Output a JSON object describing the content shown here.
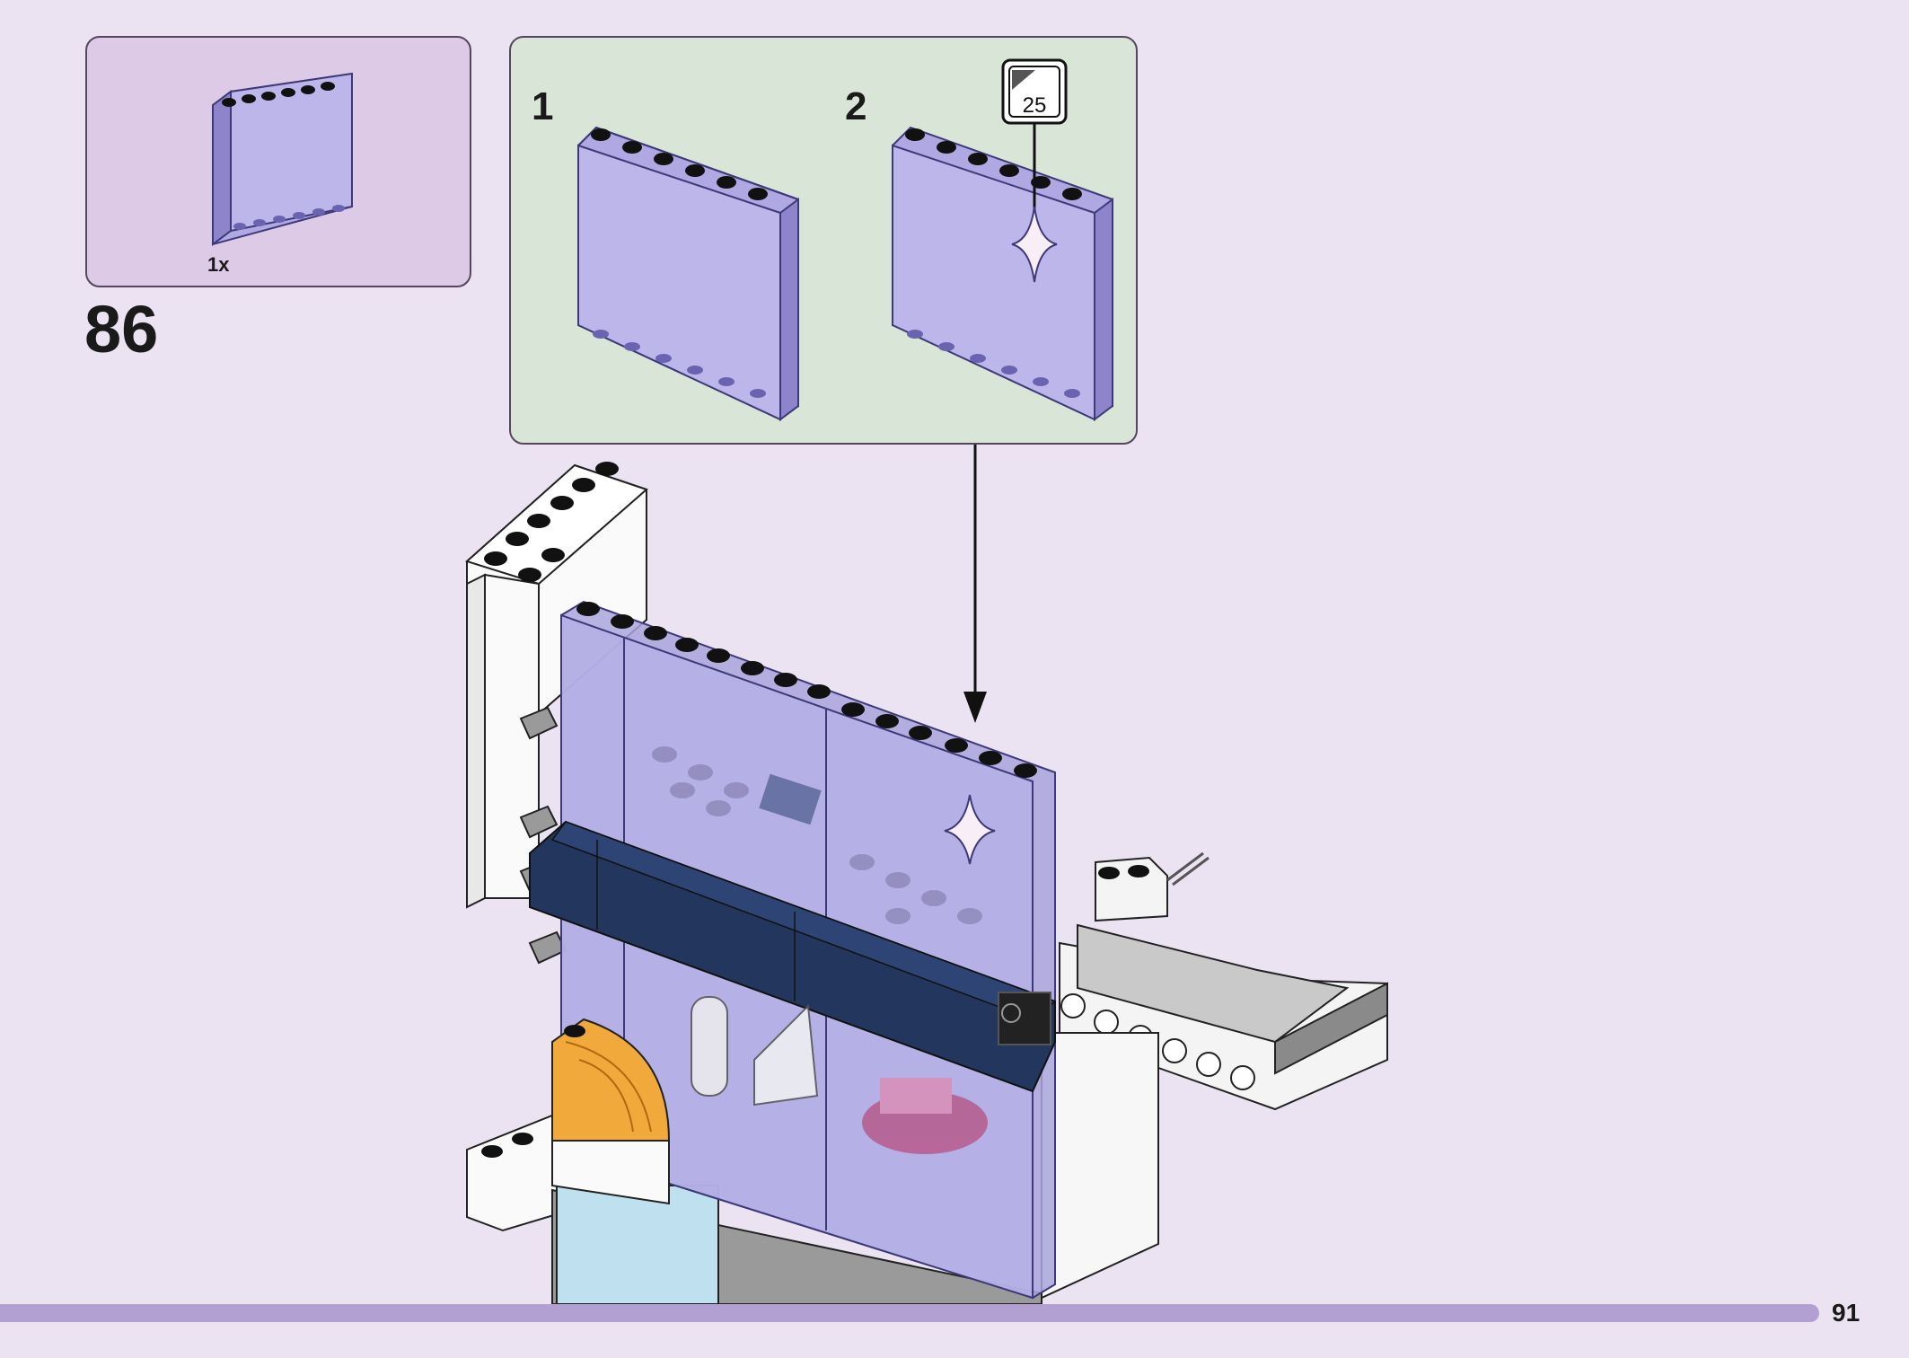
{
  "parts_list": {
    "items": [
      {
        "name": "transparent-purple-panel",
        "quantity": "1x"
      }
    ]
  },
  "step": {
    "number": "86"
  },
  "sub_assembly": {
    "steps": [
      {
        "number": "1"
      },
      {
        "number": "2",
        "sticker_number": "25"
      }
    ]
  },
  "page": {
    "number": "91"
  },
  "colors": {
    "background": "#ece3f2",
    "parts_box": "#dccae6",
    "sub_box": "#d9e5d6",
    "panel": "#a9a4dc",
    "footer_bar": "#b3a0d2"
  }
}
